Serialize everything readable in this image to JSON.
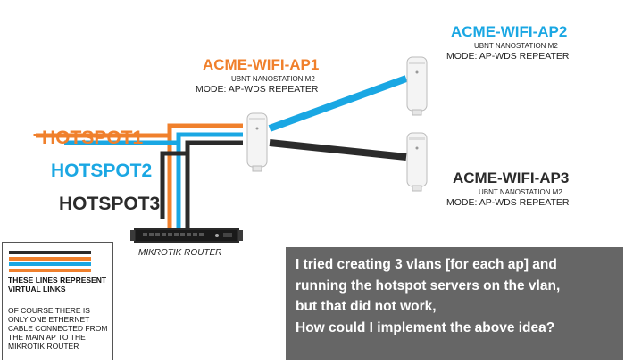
{
  "colors": {
    "orange": "#f0802c",
    "blue": "#1aa7e3",
    "black": "#2b2b2b",
    "note_bg": "#666666"
  },
  "access_points": [
    {
      "id": "ap1",
      "name": "ACME-WIFI-AP1",
      "model": "UBNT NANOSTATION M2",
      "mode": "MODE: AP-WDS REPEATER",
      "color": "orange"
    },
    {
      "id": "ap2",
      "name": "ACME-WIFI-AP2",
      "model": "UBNT NANOSTATION M2",
      "mode": "MODE: AP-WDS REPEATER",
      "color": "blue"
    },
    {
      "id": "ap3",
      "name": "ACME-WIFI-AP3",
      "model": "UBNT NANOSTATION M2",
      "mode": "MODE: AP-WDS REPEATER",
      "color": "black"
    }
  ],
  "hotspots": [
    {
      "label": "HOTSPOT1",
      "color": "orange"
    },
    {
      "label": "HOTSPOT2",
      "color": "blue"
    },
    {
      "label": "HOTSPOT3",
      "color": "black"
    }
  ],
  "router": {
    "label": "MIKROTIK ROUTER"
  },
  "legend": {
    "title": "THESE LINES REPRESENT VIRTUAL LINKS",
    "note": "OF COURSE THERE IS ONLY ONE ETHERNET CABLE CONNECTED FROM THE MAIN AP TO THE MIKROTIK ROUTER"
  },
  "note": {
    "lines": [
      "I tried creating 3 vlans [for each ap] and",
      "running the hotspot servers on the vlan,",
      "but that did not work,",
      "How could I implement the above idea?"
    ]
  }
}
